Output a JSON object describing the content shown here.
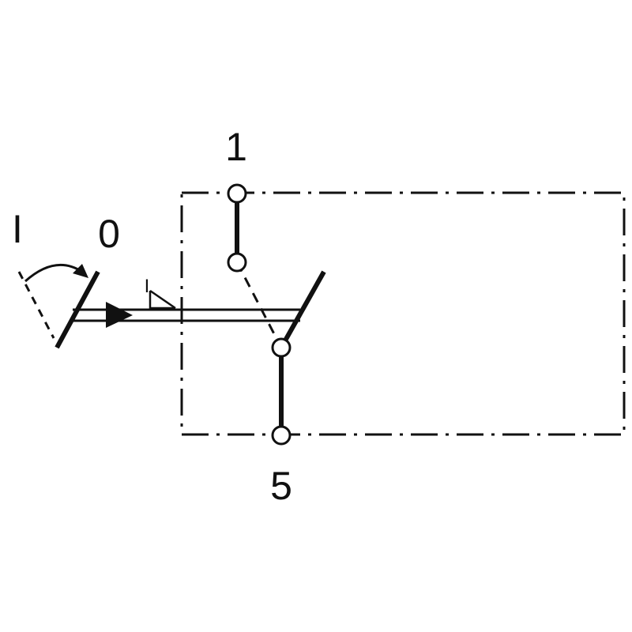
{
  "labels": {
    "terminal_top": "1",
    "terminal_bottom": "5",
    "position_on": "I",
    "position_off": "0",
    "actuator_mark": "I"
  },
  "colors": {
    "line": "#111111",
    "background": "#ffffff"
  }
}
